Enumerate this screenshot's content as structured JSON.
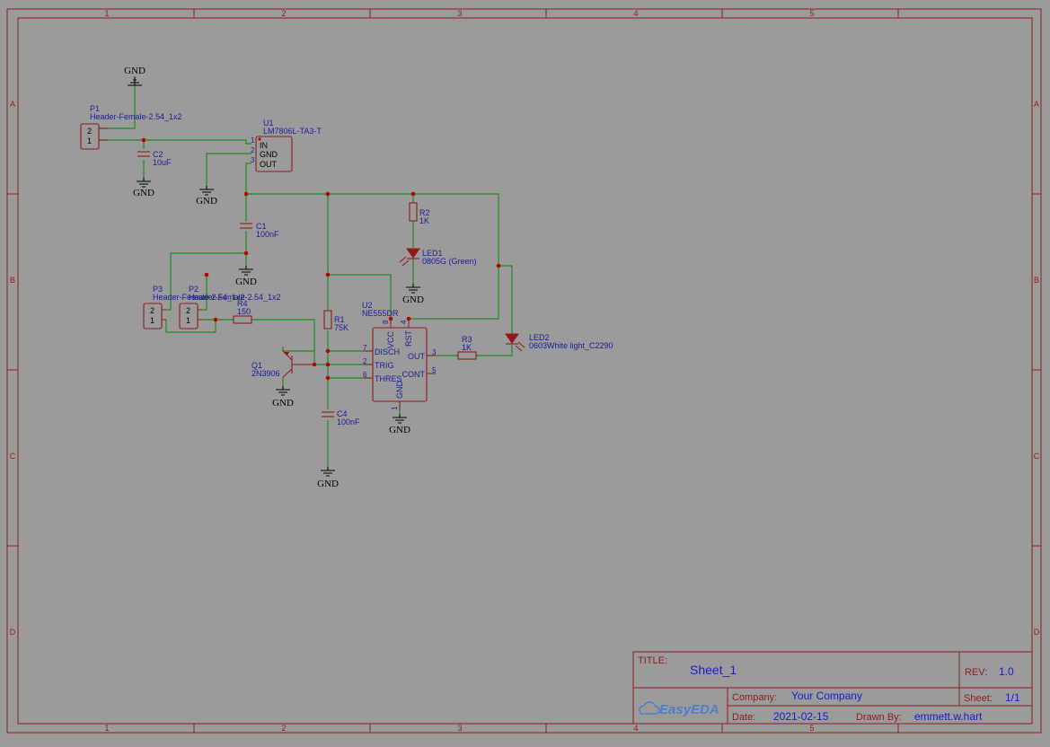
{
  "frame": {
    "columns": [
      "1",
      "1",
      "2",
      "2",
      "3",
      "3",
      "4",
      "4",
      "5",
      "5"
    ],
    "rows": [
      "A",
      "A",
      "B",
      "B",
      "C",
      "C",
      "D",
      "D"
    ]
  },
  "title_block": {
    "title_label": "TITLE:",
    "title": "Sheet_1",
    "rev_label": "REV:",
    "rev": "1.0",
    "company_label": "Company:",
    "company": "Your Company",
    "sheet_label": "Sheet:",
    "sheet": "1/1",
    "date_label": "Date:",
    "date": "2021-02-15",
    "drawn_label": "Drawn By:",
    "drawn_by": "emmett.w.hart",
    "logo": "EasyEDA"
  },
  "gnd": "GND",
  "parts": {
    "P1": {
      "ref": "P1",
      "value": "Header-Female-2.54_1x2",
      "pins": [
        "2",
        "1"
      ]
    },
    "P2": {
      "ref": "P2",
      "value": "Header-Female-2.54_1x2",
      "pins": [
        "2",
        "1"
      ]
    },
    "P3": {
      "ref": "P3",
      "value": "Header-Female-2.54_1x2",
      "pins": [
        "2",
        "1"
      ]
    },
    "U1": {
      "ref": "U1",
      "value": "LM7806L-TA3-T",
      "pin_in": "IN",
      "pin_gnd": "GND",
      "pin_out": "OUT",
      "pin_nums": [
        "1",
        "2",
        "3"
      ]
    },
    "C1": {
      "ref": "C1",
      "value": "100nF"
    },
    "C2": {
      "ref": "C2",
      "value": "10uF"
    },
    "C4": {
      "ref": "C4",
      "value": "100nF"
    },
    "R1": {
      "ref": "R1",
      "value": "75K"
    },
    "R2": {
      "ref": "R2",
      "value": "1K"
    },
    "R3": {
      "ref": "R3",
      "value": "1K"
    },
    "R4": {
      "ref": "R4",
      "value": "150"
    },
    "LED1": {
      "ref": "LED1",
      "value": "0805G (Green)"
    },
    "LED2": {
      "ref": "LED2",
      "value": "0603White light_C2290"
    },
    "Q1": {
      "ref": "Q1",
      "value": "2N3906"
    },
    "U2": {
      "ref": "U2",
      "value": "NE555DR",
      "pins": {
        "vcc": "VCC",
        "rst": "RST",
        "disch": "DISCH",
        "trig": "TRIG",
        "thres": "THRES",
        "out": "OUT",
        "cont": "CONT",
        "gnd": "GND"
      },
      "nums": {
        "vcc": "8",
        "rst": "4",
        "disch": "7",
        "trig": "2",
        "thres": "6",
        "out": "3",
        "cont": "5",
        "gnd": "1"
      }
    }
  },
  "colors": {
    "frame": "#8e1b1b",
    "wire": "#1f8a1f",
    "junction": "#c00000",
    "text": "#1a1a9e",
    "background": "#9b9b9b"
  },
  "icons": [
    "gnd-symbol-icon",
    "easyeda-logo-icon"
  ]
}
